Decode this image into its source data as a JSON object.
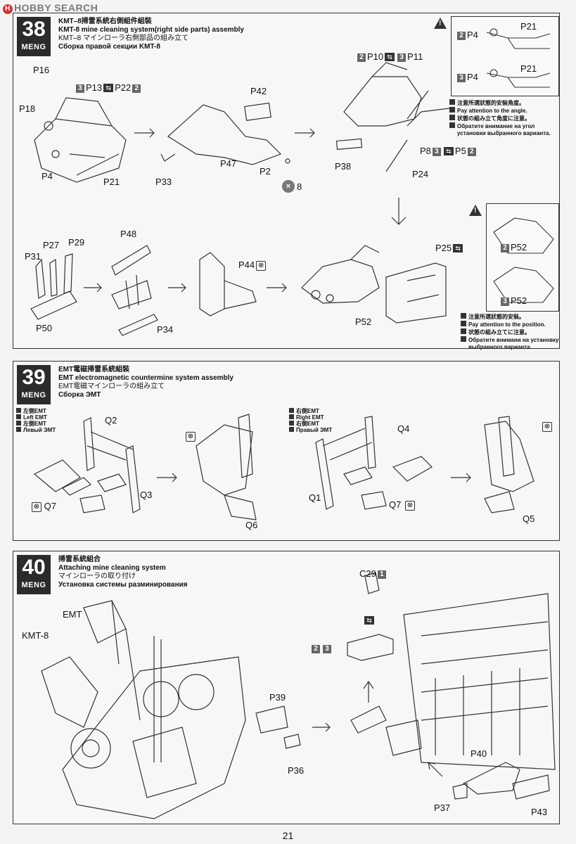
{
  "watermark": "HOBBY SEARCH",
  "page_number": "21",
  "step38": {
    "number": "38",
    "brand": "MENG",
    "title_zh": "KMT–8掃雷系統右側組件組裝",
    "title_en": "KMT-8 mine cleaning system(right side parts) assembly",
    "title_jp": "KMT–8 マインローラ右側部品の組み立て",
    "title_ru": "Сборка правой секции KMT-8",
    "labels": {
      "p16": "P16",
      "p18": "P18",
      "p13": "P13",
      "p22": "P22",
      "p4": "P4",
      "p21": "P21",
      "p42": "P42",
      "p47": "P47",
      "p2": "P2",
      "p33": "P33",
      "x8": "8",
      "p10": "P10",
      "p11": "P11",
      "p38": "P38",
      "p24": "P24",
      "p8": "P8",
      "p5": "P5",
      "p48": "P48",
      "p27": "P27",
      "p29": "P29",
      "p31": "P31",
      "p50": "P50",
      "p34": "P34",
      "p44": "P44",
      "p25": "P25",
      "p52": "P52",
      "sq2": "2",
      "sq3": "3"
    },
    "inset1": {
      "p4": "P4",
      "p21": "P21"
    },
    "inset2": {
      "p52": "P52"
    },
    "angle_note": [
      "注意所選狀態的安裝角度。",
      "Pay attention to the angle.",
      "状態の組み立て角度に注意。",
      "Обратите внимание на угол",
      "установки выбранного варианта."
    ],
    "position_note": [
      "注意所選狀態的安裝。",
      "Pay attention to the position.",
      "状態の組み立てに注意。",
      "Обратите внимани на установку",
      "выбранного варианта."
    ]
  },
  "step39": {
    "number": "39",
    "brand": "MENG",
    "title_zh": "EMT電磁掃雷系統組裝",
    "title_en": "EMT electromagnetic countermine system assembly",
    "title_jp": "EMT電磁マインローラの組み立て",
    "title_ru": "Сборка ЭМТ",
    "left_note": [
      "左側EMT",
      "Left EMT",
      "左側EMT",
      "Левый ЭМТ"
    ],
    "right_note": [
      "右側EMT",
      "Right EMT",
      "右側EMT",
      "Правый ЭМТ"
    ],
    "labels": {
      "q2": "Q2",
      "q7": "Q7",
      "q3": "Q3",
      "q6": "Q6",
      "q4": "Q4",
      "q1": "Q1",
      "q5": "Q5"
    }
  },
  "step40": {
    "number": "40",
    "brand": "MENG",
    "title_zh": "掃雷系統組合",
    "title_en": "Attaching  mine cleaning system",
    "title_jp": "マインローラの取り付け",
    "title_ru": "Установка системы разминирования",
    "labels": {
      "emt": "EMT",
      "kmt8": "KMT-8",
      "c29": "C29",
      "one": "1",
      "p39": "P39",
      "p36": "P36",
      "two": "2",
      "three": "3",
      "p40": "P40",
      "p37": "P37",
      "p43": "P43"
    }
  }
}
